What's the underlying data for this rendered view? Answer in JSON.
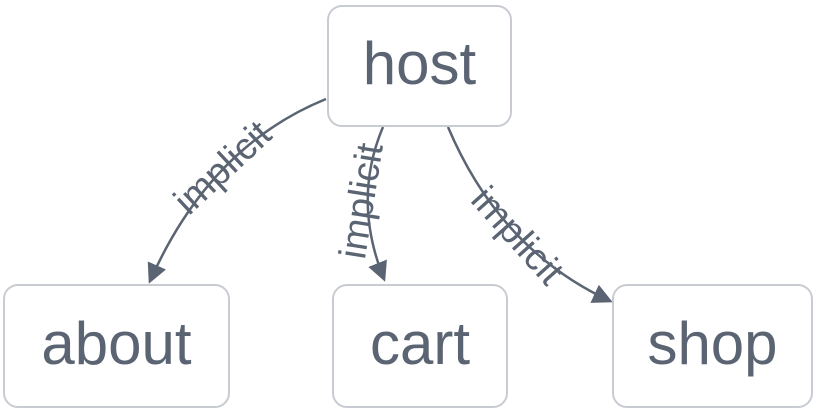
{
  "diagram": {
    "type": "flowchart",
    "nodes": [
      {
        "id": "host",
        "label": "host"
      },
      {
        "id": "about",
        "label": "about"
      },
      {
        "id": "cart",
        "label": "cart"
      },
      {
        "id": "shop",
        "label": "shop"
      }
    ],
    "edges": [
      {
        "from": "host",
        "to": "about",
        "label": "implicit"
      },
      {
        "from": "host",
        "to": "cart",
        "label": "implicit"
      },
      {
        "from": "host",
        "to": "shop",
        "label": "implicit"
      }
    ]
  },
  "colors": {
    "node_border": "#c8ccd2",
    "node_fill": "#ffffff",
    "node_text": "#5b6472",
    "edge": "#5b6472",
    "edge_label": "#5b6472",
    "background": "#ffffff"
  }
}
